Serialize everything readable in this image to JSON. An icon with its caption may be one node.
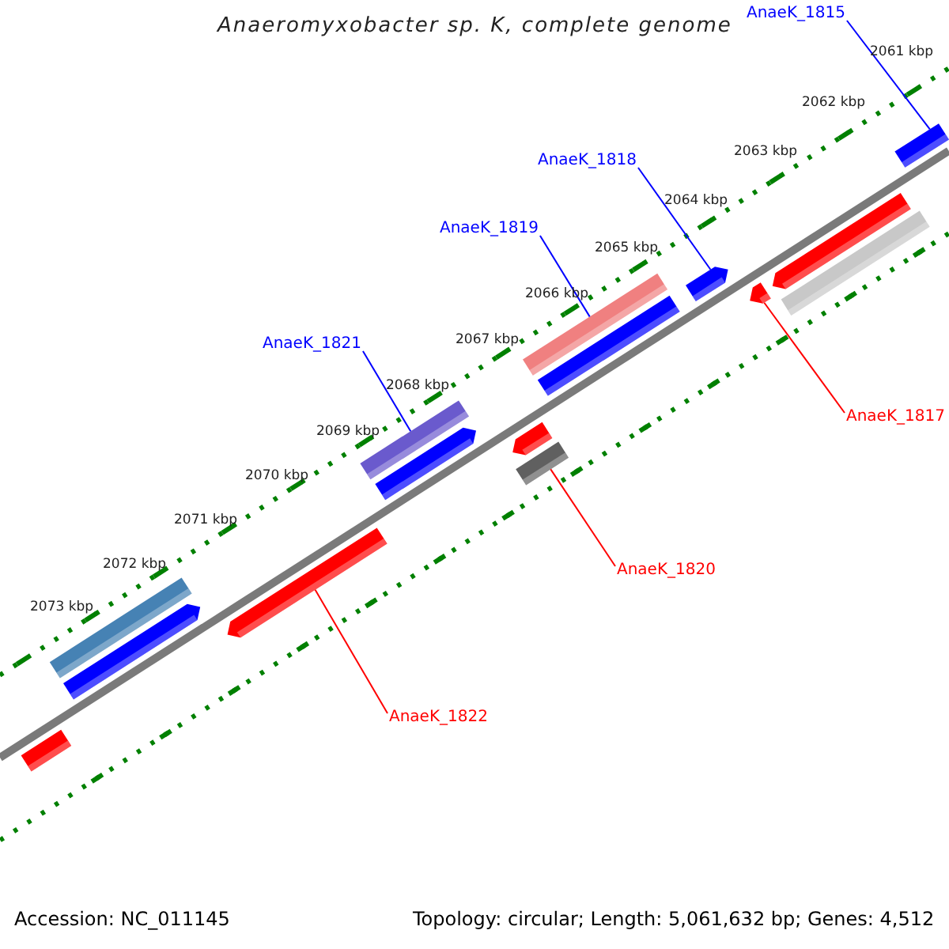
{
  "diagram": {
    "title": "Anaeromyxobacter sp. K, complete genome",
    "nodes": [
      {
        "text": [
          "AnaeK_1815"
        ]
      },
      {
        "text": [],
        "shape": "bar"
      },
      {
        "text": [
          "AnaeK_1818"
        ]
      },
      {
        "text": [],
        "shape": "bar"
      },
      {
        "text": [
          "AnaeK_1819"
        ]
      },
      {
        "text": [],
        "shape": "bar"
      },
      {
        "text": [
          "AnaeK_1821"
        ]
      },
      {
        "text": [],
        "shape": "bar"
      },
      {
        "text": [
          "AnaeK_1817"
        ]
      },
      {
        "text": [],
        "shape": "bar"
      },
      {
        "text": [
          "AnaeK_1820"
        ]
      },
      {
        "text": [],
        "shape": "bar"
      },
      {
        "text": [
          "AnaeK_1822"
        ]
      },
      {
        "text": [],
        "shape": "bar"
      },
      {
        "text": [],
        "shape": "bar"
      },
      {
        "text": [],
        "shape": "bar"
      },
      {
        "text": [],
        "shape": "bar"
      },
      {
        "text": [],
        "shape": "bar"
      },
      {
        "text": [],
        "shape": "bar"
      },
      {
        "text": [],
        "shape": "bar"
      },
      {
        "text": [],
        "shape": "bar"
      },
      {
        "text": [],
        "shape": "bar"
      }
    ],
    "edges": [
      {
        "from": 0,
        "to": 1,
        "arrow": "none"
      },
      {
        "from": 2,
        "to": 3,
        "arrow": "none"
      },
      {
        "from": 4,
        "to": 5,
        "arrow": "none"
      },
      {
        "from": 6,
        "to": 7,
        "arrow": "none"
      },
      {
        "from": 8,
        "to": 9,
        "arrow": "none",
        "color": "#ff0000"
      },
      {
        "from": 10,
        "to": 11,
        "arrow": "none",
        "color": "#ff0000"
      },
      {
        "from": 12,
        "to": 13,
        "arrow": "none",
        "color": "#ff0000"
      }
    ],
    "labels": [
      "2061 kbp",
      "2062 kbp",
      "2063 kbp",
      "2064 kbp",
      "2065 kbp",
      "2066 kbp",
      "2067 kbp",
      "2068 kbp",
      "2069 kbp",
      "2070 kbp",
      "2071 kbp",
      "2072 kbp",
      "2073 kbp",
      "Accession: NC_011145",
      "Topology: circular; Length: 5,061,632 bp; Genes: 4,512"
    ]
  }
}
